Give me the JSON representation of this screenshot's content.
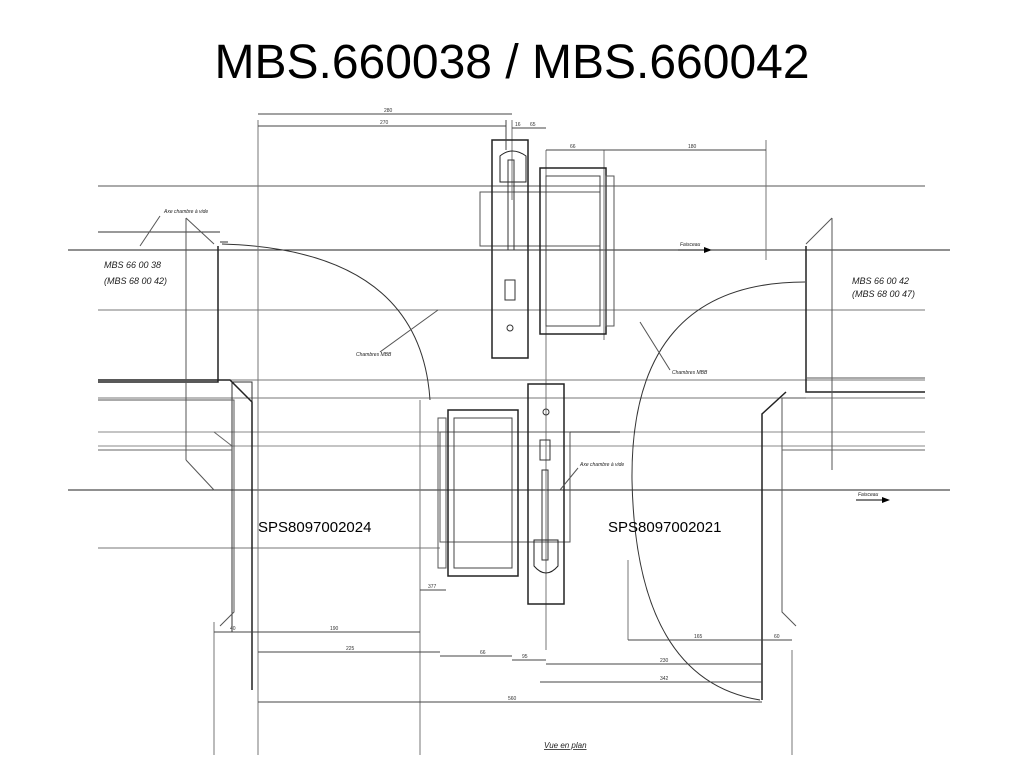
{
  "title": "MBS.660038 / MBS.660042",
  "drawing": {
    "left_magnet_code": "MBS 66 00 38",
    "left_magnet_alt": "(MBS 68 00 42)",
    "right_magnet_code": "MBS 66 00 42",
    "right_magnet_alt": "(MBS 68 00 47)",
    "axis_label_top": "Axe chambre à vide",
    "axis_label_bottom": "Axe chambre à vide",
    "beam_label_top": "Faisceau",
    "beam_label_bottom": "Faisceau",
    "chamber_label_left": "Chambres MBB",
    "chamber_label_right": "Chambres MBB",
    "view_label": "Vue en plan",
    "dimensions": {
      "d280": "280",
      "d270": "270",
      "d16": "16",
      "d65a": "65",
      "d66": "66",
      "d180": "180",
      "d40": "40",
      "d190": "190",
      "d225": "225",
      "d66b": "66",
      "d95": "95",
      "d165": "165",
      "d60": "60",
      "d230": "230",
      "d342": "342",
      "d560": "560",
      "d377": "377"
    }
  },
  "part_numbers": {
    "left": "SPS8097002024",
    "right": "SPS8097002021"
  }
}
